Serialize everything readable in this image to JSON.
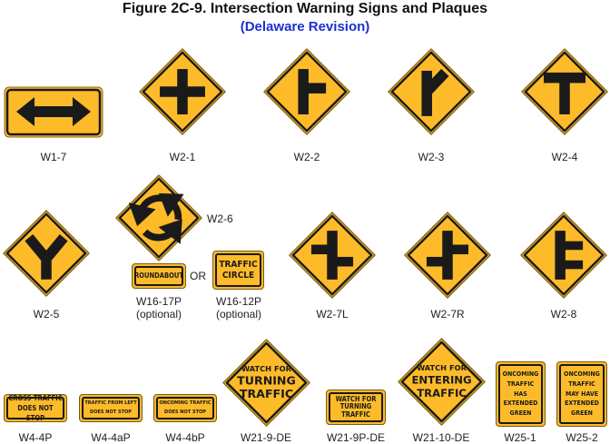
{
  "title": "Figure 2C-9.  Intersection Warning Signs and Plaques",
  "subtitle": "(Delaware Revision)",
  "colors": {
    "sign_yellow": "#fdbb2a",
    "legend_black": "#1a1a1a",
    "subtitle_blue": "#1c2fd0"
  },
  "signs": {
    "w1_7": {
      "code": "W1-7",
      "icon": "double-arrow-icon"
    },
    "w2_1": {
      "code": "W2-1",
      "icon": "cross-road-icon"
    },
    "w2_2": {
      "code": "W2-2",
      "icon": "side-road-icon"
    },
    "w2_3": {
      "code": "W2-3",
      "icon": "side-road-angle-icon"
    },
    "w2_4": {
      "code": "W2-4",
      "icon": "t-intersection-icon"
    },
    "w2_5": {
      "code": "W2-5",
      "icon": "y-intersection-icon"
    },
    "w2_6": {
      "code": "W2-6",
      "icon": "circular-intersection-icon"
    },
    "w16_17p": {
      "code": "W16-17P",
      "note": "(optional)",
      "text": [
        "ROUNDABOUT"
      ]
    },
    "or_label": "OR",
    "w16_12p": {
      "code": "W16-12P",
      "note": "(optional)",
      "text": [
        "TRAFFIC",
        "CIRCLE"
      ]
    },
    "w2_7l": {
      "code": "W2-7L",
      "icon": "offset-side-roads-left-icon"
    },
    "w2_7r": {
      "code": "W2-7R",
      "icon": "offset-side-roads-right-icon"
    },
    "w2_8": {
      "code": "W2-8",
      "icon": "double-side-roads-icon"
    },
    "w4_4p": {
      "code": "W4-4P",
      "text": [
        "CROSS TRAFFIC",
        "DOES NOT STOP"
      ]
    },
    "w4_4ap": {
      "code": "W4-4aP",
      "text": [
        "TRAFFIC FROM LEFT",
        "DOES NOT STOP"
      ]
    },
    "w4_4bp": {
      "code": "W4-4bP",
      "text": [
        "ONCOMING TRAFFIC",
        "DOES NOT STOP"
      ]
    },
    "w21_9_de": {
      "code": "W21-9-DE",
      "text": [
        "WATCH FOR",
        "TURNING",
        "TRAFFIC"
      ]
    },
    "w21_9p_de": {
      "code": "W21-9P-DE",
      "text": [
        "WATCH FOR",
        "TURNING",
        "TRAFFIC"
      ]
    },
    "w21_10_de": {
      "code": "W21-10-DE",
      "text": [
        "WATCH FOR",
        "ENTERING",
        "TRAFFIC"
      ]
    },
    "w25_1": {
      "code": "W25-1",
      "text": [
        "ONCOMING",
        "TRAFFIC",
        "HAS",
        "EXTENDED",
        "GREEN"
      ]
    },
    "w25_2": {
      "code": "W25-2",
      "text": [
        "ONCOMING",
        "TRAFFIC",
        "MAY HAVE",
        "EXTENDED",
        "GREEN"
      ]
    }
  }
}
